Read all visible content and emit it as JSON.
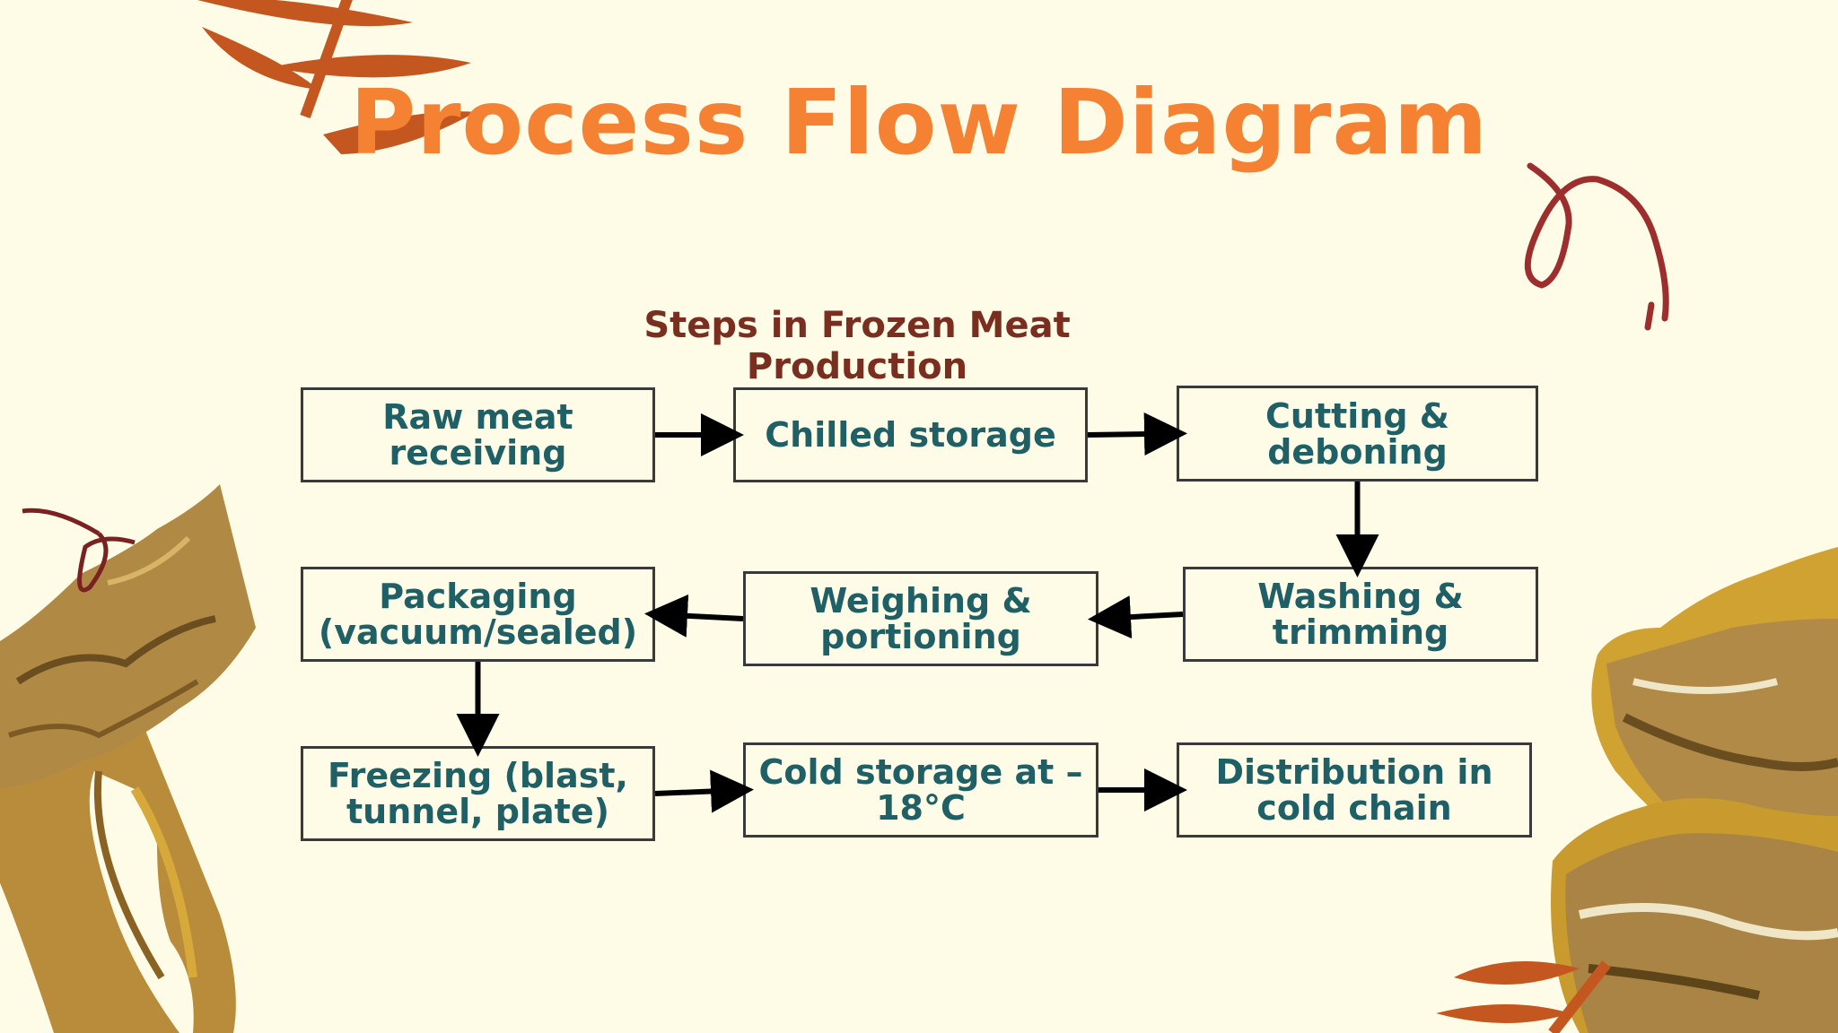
{
  "title": "Process Flow Diagram",
  "subtitle": "Steps in Frozen Meat Production",
  "colors": {
    "background": "#fefce6",
    "title": "#f58232",
    "subtitle": "#7a2e1f",
    "step_text": "#1f5f66",
    "box_border": "#3a3a3a",
    "arrow": "#000000"
  },
  "steps": [
    {
      "id": "s1",
      "label": "Raw meat receiving"
    },
    {
      "id": "s2",
      "label": "Chilled storage"
    },
    {
      "id": "s3",
      "label": "Cutting & deboning"
    },
    {
      "id": "s4",
      "label": "Washing & trimming"
    },
    {
      "id": "s5",
      "label": "Weighing & portioning"
    },
    {
      "id": "s6",
      "label": "Packaging (vacuum/sealed)"
    },
    {
      "id": "s7",
      "label": "Freezing (blast, tunnel, plate)"
    },
    {
      "id": "s8",
      "label": "Cold storage at –18°C"
    },
    {
      "id": "s9",
      "label": "Distribution in cold chain"
    }
  ],
  "connections": [
    {
      "from": "s1",
      "to": "s2"
    },
    {
      "from": "s2",
      "to": "s3"
    },
    {
      "from": "s3",
      "to": "s4"
    },
    {
      "from": "s4",
      "to": "s5"
    },
    {
      "from": "s5",
      "to": "s6"
    },
    {
      "from": "s6",
      "to": "s7"
    },
    {
      "from": "s7",
      "to": "s8"
    },
    {
      "from": "s8",
      "to": "s9"
    }
  ]
}
